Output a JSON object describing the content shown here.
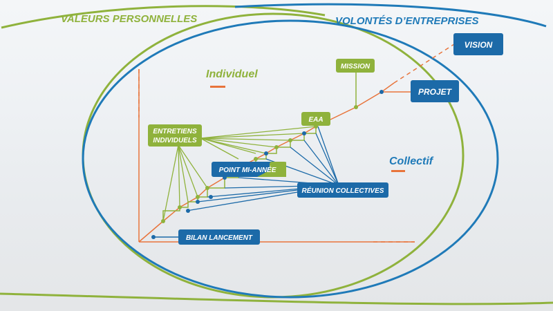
{
  "colors": {
    "green": "#8fb23c",
    "blue": "#1f7ab8",
    "darkblue": "#1c6aa8",
    "orange": "#e8743b",
    "white": "#ffffff"
  },
  "diagram": {
    "title_left": "VALEURS PERSONNELLES",
    "title_right": "VOLONTÉS D’ENTREPRISES",
    "label_individuel": "Individuel",
    "label_collectif": "Collectif"
  },
  "boxes": {
    "vision": "VISION",
    "projet": "PROJET",
    "mission": "MISSION",
    "eaa": "EAA",
    "entretiens_line1": "ENTRETIENS",
    "entretiens_line2": "INDIVIDUELS",
    "point_mi_annee": "POINT MI-ANNÉE",
    "reunion": "RÉUNION COLLECTIVES",
    "bilan": "BILAN LANCEMENT"
  },
  "icons": {
    "connector": "dot-node"
  }
}
